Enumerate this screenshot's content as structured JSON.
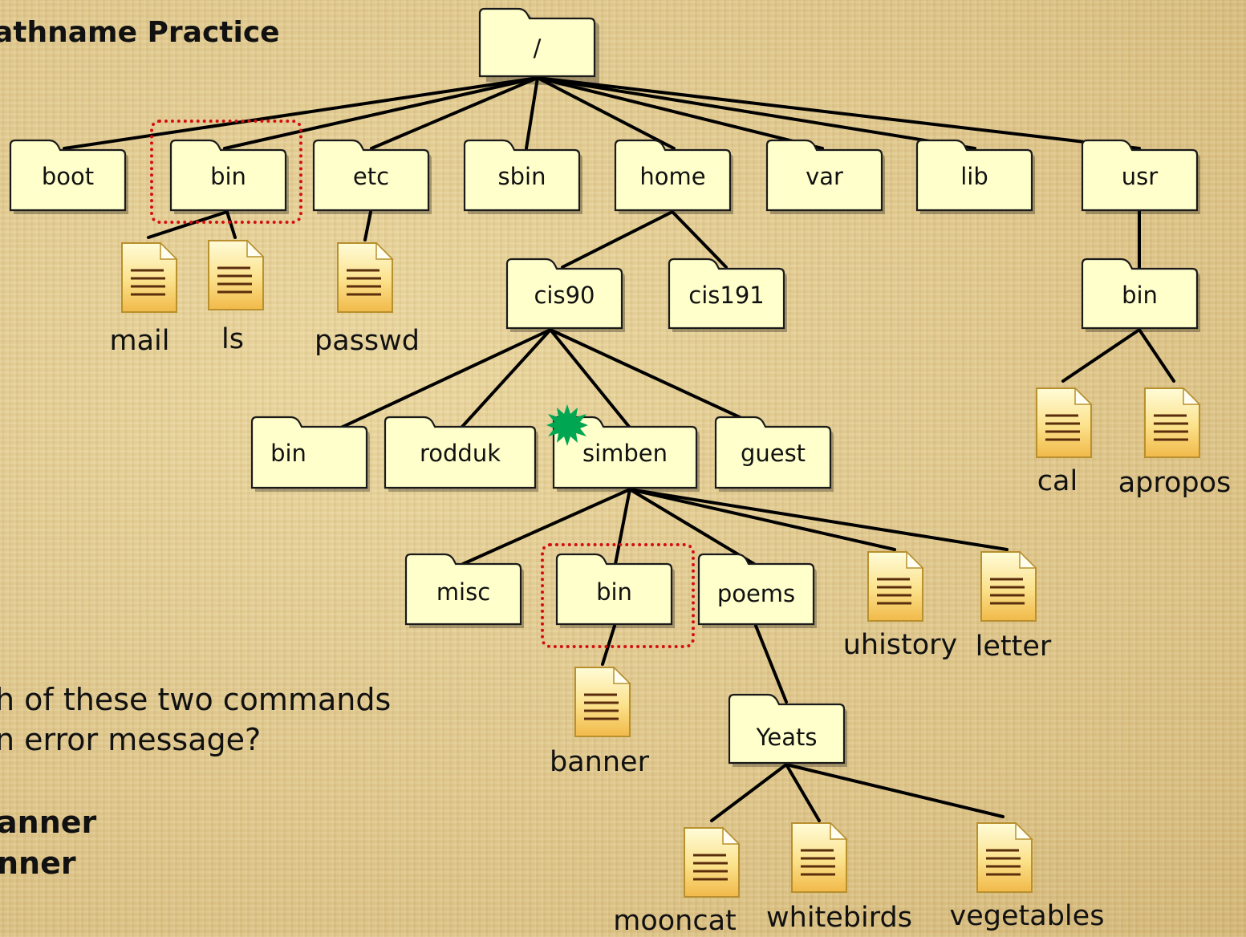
{
  "slide": {
    "title": "athname Practice",
    "question": [
      "h of these two commands",
      "n error message?"
    ],
    "commands": [
      "anner",
      "nner"
    ]
  },
  "tree": {
    "root": "/",
    "top_level": [
      "boot",
      "bin",
      "etc",
      "sbin",
      "home",
      "var",
      "lib",
      "usr"
    ],
    "bin_files": [
      "mail",
      "ls"
    ],
    "etc_files": [
      "passwd"
    ],
    "home_dirs": [
      "cis90",
      "cis191"
    ],
    "cis90_dirs": [
      "bin",
      "rodduk",
      "simben",
      "guest"
    ],
    "simben_dirs": [
      "misc",
      "bin",
      "poems"
    ],
    "simben_files": [
      "uhistory",
      "letter"
    ],
    "simben_bin_files": [
      "banner"
    ],
    "poems_dirs": [
      "Yeats"
    ],
    "yeats_files": [
      "mooncat",
      "whitebirds",
      "vegetables"
    ],
    "usr_dirs": [
      "bin"
    ],
    "usr_bin_files": [
      "cal",
      "apropos"
    ]
  },
  "colors": {
    "folder_fill": "#ffffcc",
    "folder_outline": "#1a1a1a",
    "connector": "#000000",
    "highlight": "#d21010",
    "current_dir_marker": "#00a651",
    "doc_lines": "#5a2d0c"
  },
  "icons": {
    "folder": "folder-icon",
    "file": "document-icon",
    "marker": "starburst-icon"
  }
}
